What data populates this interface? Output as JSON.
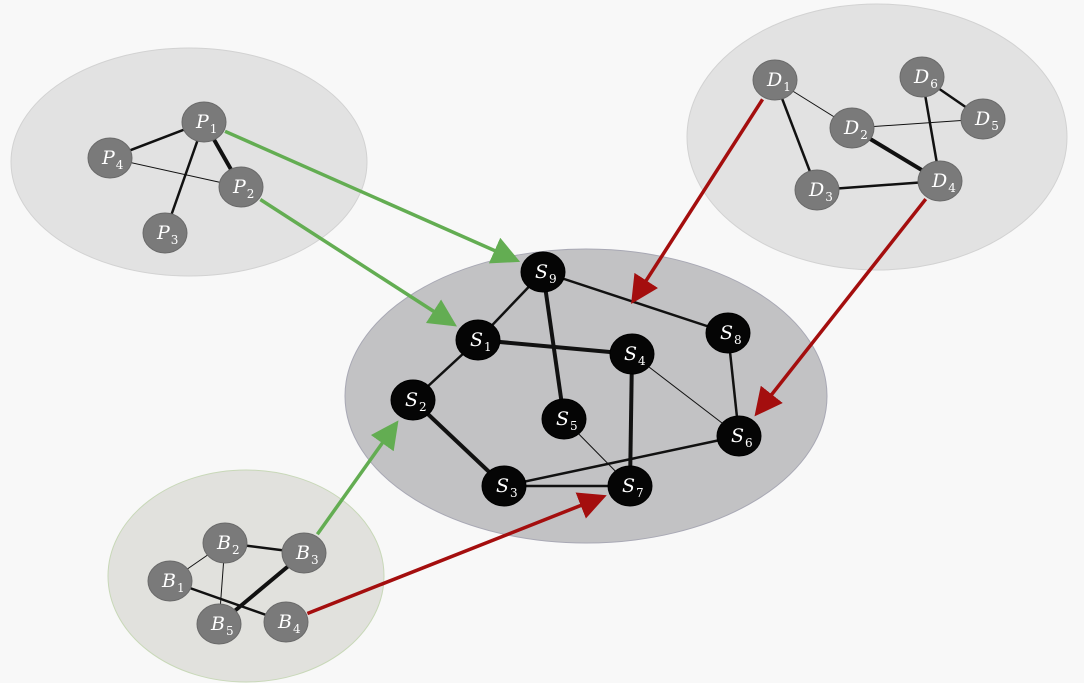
{
  "colors": {
    "background": "#f8f8f8",
    "cluster_light": "#e2e2e2",
    "cluster_light_stroke": "#d2d2d2",
    "cluster_light_green": "#e1e1dd",
    "cluster_main": "#c2c2c4",
    "cluster_main_stroke": "#a8a8b4",
    "node_gray": "#7a7a7a",
    "node_black": "#050505",
    "edge": "#111111",
    "arrow_green": "#63ad52",
    "arrow_red": "#a40e0e"
  },
  "nodes": [
    {
      "id": "P1",
      "base": "P",
      "sub": "1",
      "color": "gray"
    },
    {
      "id": "P2",
      "base": "P",
      "sub": "2",
      "color": "gray"
    },
    {
      "id": "P3",
      "base": "P",
      "sub": "3",
      "color": "gray"
    },
    {
      "id": "P4",
      "base": "P",
      "sub": "4",
      "color": "gray"
    },
    {
      "id": "D1",
      "base": "D",
      "sub": "1",
      "color": "gray"
    },
    {
      "id": "D2",
      "base": "D",
      "sub": "2",
      "color": "gray"
    },
    {
      "id": "D3",
      "base": "D",
      "sub": "3",
      "color": "gray"
    },
    {
      "id": "D4",
      "base": "D",
      "sub": "4",
      "color": "gray"
    },
    {
      "id": "D5",
      "base": "D",
      "sub": "5",
      "color": "gray"
    },
    {
      "id": "D6",
      "base": "D",
      "sub": "6",
      "color": "gray"
    },
    {
      "id": "B1",
      "base": "B",
      "sub": "1",
      "color": "gray"
    },
    {
      "id": "B2",
      "base": "B",
      "sub": "2",
      "color": "gray"
    },
    {
      "id": "B3",
      "base": "B",
      "sub": "3",
      "color": "gray"
    },
    {
      "id": "B4",
      "base": "B",
      "sub": "4",
      "color": "gray"
    },
    {
      "id": "B5",
      "base": "B",
      "sub": "5",
      "color": "gray"
    },
    {
      "id": "S1",
      "base": "S",
      "sub": "1",
      "color": "black"
    },
    {
      "id": "S2",
      "base": "S",
      "sub": "2",
      "color": "black"
    },
    {
      "id": "S3",
      "base": "S",
      "sub": "3",
      "color": "black"
    },
    {
      "id": "S4",
      "base": "S",
      "sub": "4",
      "color": "black"
    },
    {
      "id": "S5",
      "base": "S",
      "sub": "5",
      "color": "black"
    },
    {
      "id": "S6",
      "base": "S",
      "sub": "6",
      "color": "black"
    },
    {
      "id": "S7",
      "base": "S",
      "sub": "7",
      "color": "black"
    },
    {
      "id": "S8",
      "base": "S",
      "sub": "8",
      "color": "black"
    },
    {
      "id": "S9",
      "base": "S",
      "sub": "9",
      "color": "black"
    }
  ],
  "edges": [
    {
      "from": "P1",
      "to": "P4",
      "weight": "medium"
    },
    {
      "from": "P1",
      "to": "P3",
      "weight": "medium"
    },
    {
      "from": "P1",
      "to": "P2",
      "weight": "heavy"
    },
    {
      "from": "P4",
      "to": "P2",
      "weight": "thin"
    },
    {
      "from": "D1",
      "to": "D2",
      "weight": "thin"
    },
    {
      "from": "D1",
      "to": "D3",
      "weight": "medium"
    },
    {
      "from": "D2",
      "to": "D4",
      "weight": "heavy"
    },
    {
      "from": "D2",
      "to": "D5",
      "weight": "thin"
    },
    {
      "from": "D6",
      "to": "D5",
      "weight": "medium"
    },
    {
      "from": "D6",
      "to": "D4",
      "weight": "medium"
    },
    {
      "from": "D3",
      "to": "D4",
      "weight": "medium"
    },
    {
      "from": "B2",
      "to": "B1",
      "weight": "thin"
    },
    {
      "from": "B2",
      "to": "B3",
      "weight": "medium"
    },
    {
      "from": "B2",
      "to": "B5",
      "weight": "thin"
    },
    {
      "from": "B1",
      "to": "B4",
      "weight": "medium"
    },
    {
      "from": "B3",
      "to": "B5",
      "weight": "heavy"
    },
    {
      "from": "S9",
      "to": "S1",
      "weight": "medium"
    },
    {
      "from": "S9",
      "to": "S5",
      "weight": "heavy"
    },
    {
      "from": "S9",
      "to": "S8",
      "weight": "medium"
    },
    {
      "from": "S1",
      "to": "S4",
      "weight": "heavy"
    },
    {
      "from": "S1",
      "to": "S2",
      "weight": "medium"
    },
    {
      "from": "S2",
      "to": "S3",
      "weight": "heavy"
    },
    {
      "from": "S3",
      "to": "S7",
      "weight": "medium"
    },
    {
      "from": "S3",
      "to": "S6",
      "weight": "medium"
    },
    {
      "from": "S4",
      "to": "S7",
      "weight": "heavy"
    },
    {
      "from": "S4",
      "to": "S6",
      "weight": "thin"
    },
    {
      "from": "S5",
      "to": "S7",
      "weight": "thin"
    },
    {
      "from": "S8",
      "to": "S6",
      "weight": "medium"
    }
  ],
  "arrows": [
    {
      "from": "P1",
      "to": "S9",
      "color": "green"
    },
    {
      "from": "P2",
      "to": "S1",
      "color": "green"
    },
    {
      "from": "B3",
      "to": "S2",
      "color": "green"
    },
    {
      "from": "B4",
      "to": "S7",
      "color": "red"
    },
    {
      "from": "D1",
      "to": "S9-S8",
      "color": "red"
    },
    {
      "from": "D4",
      "to": "S6",
      "color": "red"
    }
  ]
}
